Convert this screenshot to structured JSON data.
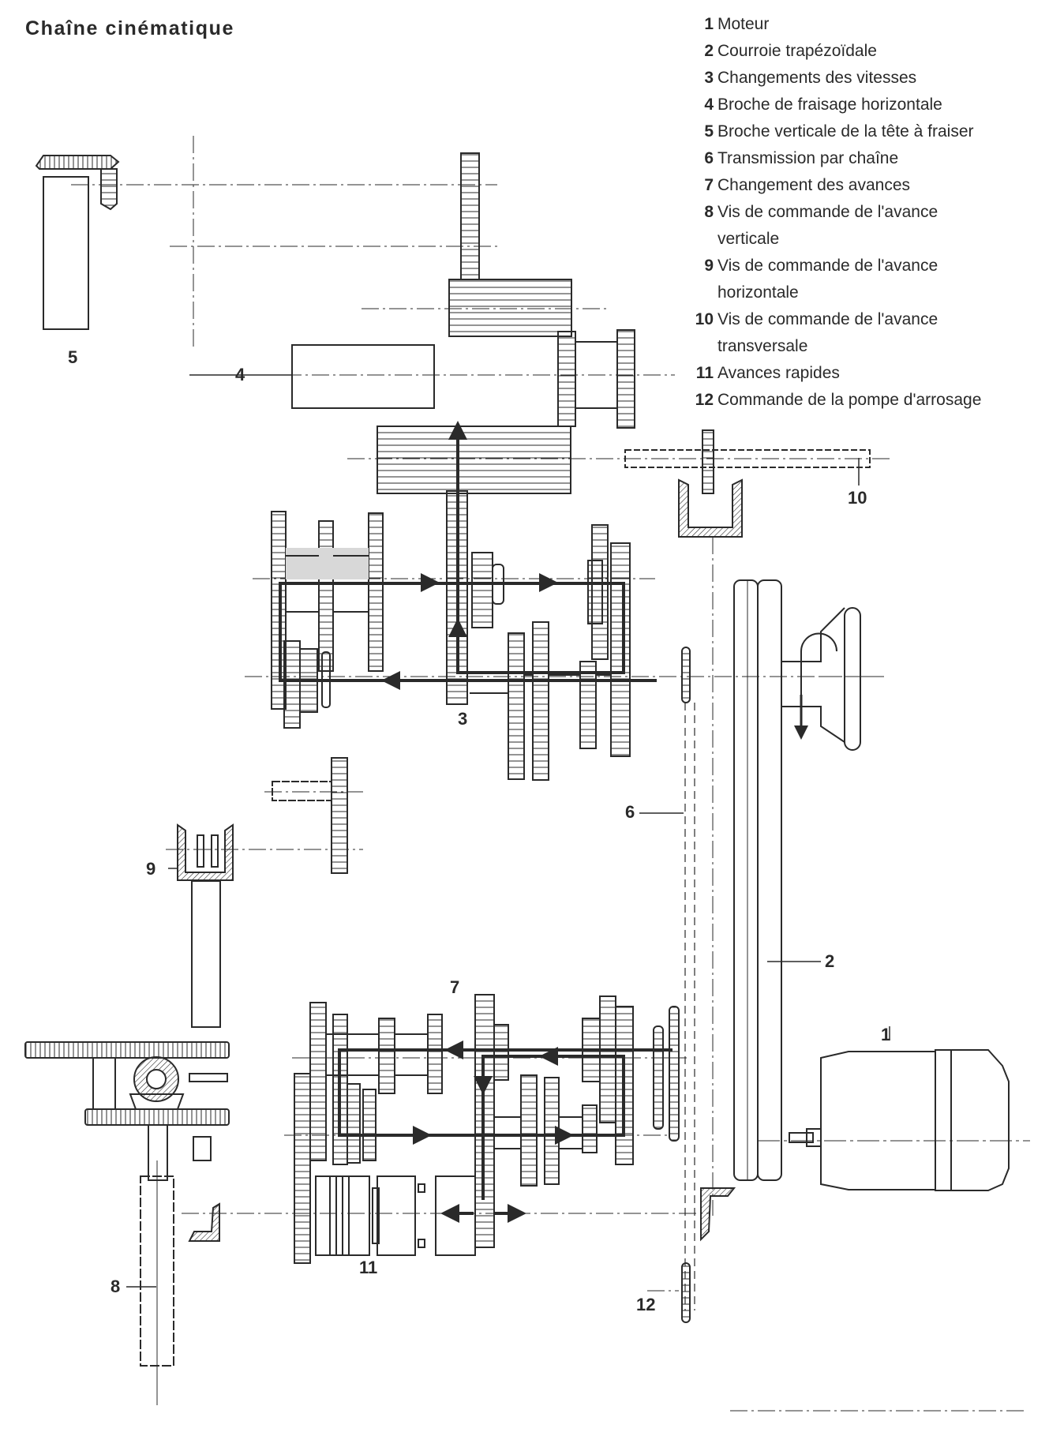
{
  "title": "Chaîne cinématique",
  "legend": [
    {
      "num": "1",
      "label": "Moteur"
    },
    {
      "num": "2",
      "label": "Courroie trapézoïdale"
    },
    {
      "num": "3",
      "label": "Changements des vitesses"
    },
    {
      "num": "4",
      "label": "Broche de fraisage horizontale"
    },
    {
      "num": "5",
      "label": "Broche verticale de la tête à fraiser"
    },
    {
      "num": "6",
      "label": "Transmission par chaîne"
    },
    {
      "num": "7",
      "label": "Changement des avances"
    },
    {
      "num": "8",
      "label": "Vis de commande de l'avance",
      "cont": "verticale"
    },
    {
      "num": "9",
      "label": "Vis de commande de l'avance",
      "cont": "horizontale"
    },
    {
      "num": "10",
      "label": "Vis de commande de l'avance",
      "cont": "transversale"
    },
    {
      "num": "11",
      "label": "Avances rapides"
    },
    {
      "num": "12",
      "label": "Commande de la pompe d'arrosage"
    }
  ],
  "callouts": {
    "c1": "1",
    "c2": "2",
    "c3": "3",
    "c4": "4",
    "c5": "5",
    "c6": "6",
    "c7": "7",
    "c8": "8",
    "c9": "9",
    "c10": "10",
    "c11": "11",
    "c12": "12"
  },
  "colors": {
    "ink": "#2a2a2a",
    "shade": "#d8d8d8",
    "paper": "#ffffff"
  }
}
